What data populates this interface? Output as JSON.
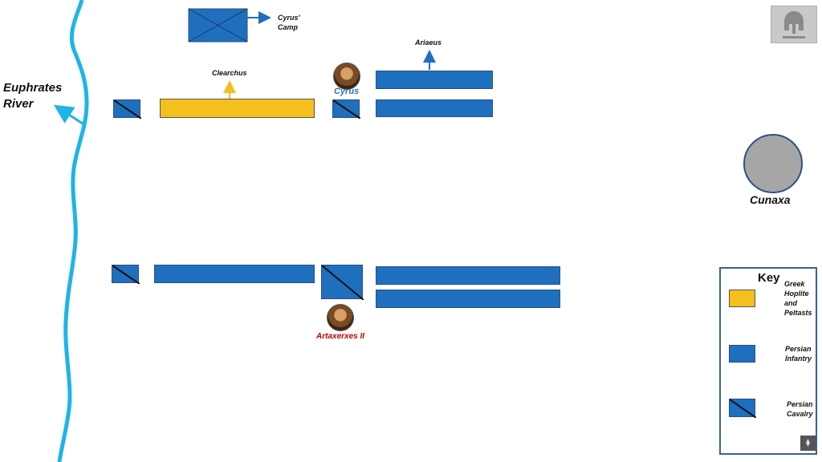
{
  "map": {
    "river_label_line1": "Euphrates",
    "river_label_line2": "River",
    "city_label": "Cunaxa",
    "camp_label_line1": "Cyrus'",
    "camp_label_line2": "Camp",
    "clearchus_label": "Clearchus",
    "ariaeus_label": "Ariaeus",
    "cyrus_label": "Cyrus",
    "artaxerxes_label": "Artaxerxes II"
  },
  "key": {
    "title": "Key",
    "greek_line1": "Greek",
    "greek_line2": "Hoplite",
    "greek_line3": "and",
    "greek_line4": "Peltasts",
    "infantry_line1": "Persian",
    "infantry_line2": "Infantry",
    "cavalry_line1": "Persian",
    "cavalry_line2": "Cavalry"
  },
  "colors": {
    "persian": "#1f6fbf",
    "greek": "#f5bf1e",
    "river": "#1eb4e8",
    "city": "#a6a6a6",
    "cyrus_label": "#2e75b6",
    "artaxerxes_label": "#c00000"
  },
  "icons": {
    "cyrus_portrait": "portrait-icon",
    "artaxerxes_portrait": "portrait-icon",
    "watermark": "spartan-helmet-logo",
    "corner": "logo-icon"
  }
}
